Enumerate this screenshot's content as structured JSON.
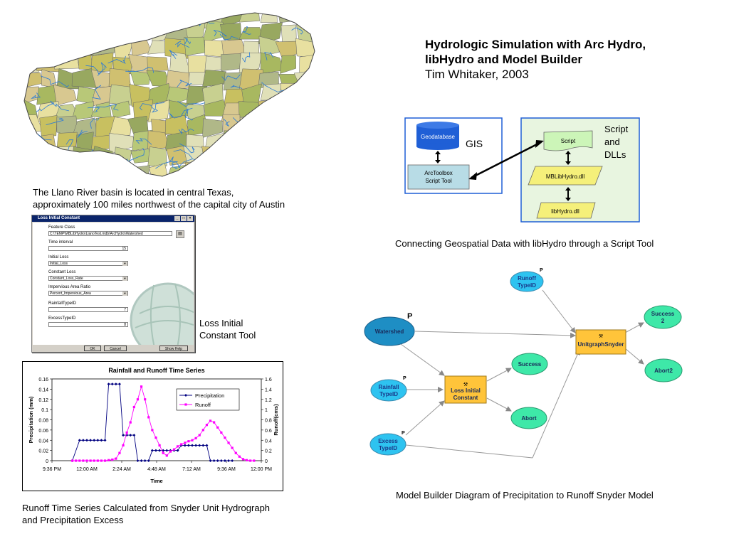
{
  "title": {
    "line1": "Hydrologic Simulation with Arc Hydro,",
    "line2": "libHydro and Model Builder",
    "author": "Tim Whitaker, 2003"
  },
  "captions": {
    "map_line1": "The Llano River basin is located in central Texas,",
    "map_line2": "approximately 100 miles northwest of the capital city of Austin",
    "dialog_line1": "Loss Initial",
    "dialog_line2": "Constant Tool",
    "chart_line1": "Runoff Time Series Calculated from Snyder Unit Hydrograph",
    "chart_line2": "and Precipitation Excess",
    "gis": "Connecting Geospatial Data with libHydro through a Script Tool",
    "model": "Model Builder Diagram of Precipitation to Runoff Snyder Model"
  },
  "dialog": {
    "title": "Loss Initial Constant",
    "feature_class_label": "Feature Class",
    "feature_class_value": "C:\\TEMP\\MBLibHydro\\LlanoTest.mdb\\ArcHydro\\Watershed",
    "time_interval_label": "Time interval",
    "time_interval_value": "15",
    "initial_loss_label": "Initial Loss",
    "initial_loss_value": "Initial_Loss",
    "constant_loss_label": "Constant Loss",
    "constant_loss_value": "Constant_Loss_Rate",
    "impervious_label": "Impervious Area Ratio",
    "impervious_value": "Percent_Impervious_Area",
    "rainfall_label": "RainfallTypeID",
    "rainfall_value": "7",
    "excess_label": "ExcessTypeID",
    "excess_value": "8",
    "ok": "OK",
    "cancel": "Cancel",
    "help": "Show Help"
  },
  "gis_diagram": {
    "geodatabase": "Geodatabase",
    "gis": "GIS",
    "toolbox_line1": "ArcToolbox",
    "toolbox_line2": "Script Tool",
    "script": "Script",
    "script_dlls_1": "Script",
    "script_dlls_2": "and",
    "script_dlls_3": "DLLs",
    "mblibhydro": "MBLibHydro.dll",
    "libhydro": "libHydro.dll",
    "colors": {
      "blue": "#1f5fd6",
      "panel": "#e8f5e0",
      "box": "#b8dce6",
      "yellow": "#f5f07a"
    }
  },
  "model_builder": {
    "runoff_1": "Runoff",
    "runoff_2": "TypeID",
    "watershed": "Watershed",
    "rainfall_1": "Rainfall",
    "rainfall_2": "TypeID",
    "excess_1": "Excess",
    "excess_2": "TypeID",
    "loss_1": "Loss Initial",
    "loss_2": "Constant",
    "success": "Success",
    "abort": "Abort",
    "unitgraph": "UnitgraphSnyder",
    "success2_1": "Success",
    "success2_2": "2",
    "abort2": "Abort2",
    "p": "P",
    "colors": {
      "input": "#2ec3f0",
      "tool": "#ffc43a",
      "output": "#3ee8a8"
    }
  },
  "chart_data": {
    "type": "line",
    "title": "Rainfall and Runoff Time Series",
    "xlabel": "Time",
    "ylabel": "Precipitation (mm)",
    "y2label": "Runoff(cms)",
    "x_ticks": [
      "9:36 PM",
      "12:00 AM",
      "2:24 AM",
      "4:48 AM",
      "7:12 AM",
      "9:36 AM",
      "12:00 PM"
    ],
    "ylim": [
      0,
      0.16
    ],
    "y_ticks": [
      "0",
      "0.02",
      "0.04",
      "0.06",
      "0.08",
      "0.1",
      "0.12",
      "0.14",
      "0.16"
    ],
    "y2lim": [
      0,
      1.6
    ],
    "y2_ticks": [
      "0",
      "0.2",
      "0.4",
      "0.6",
      "0.8",
      "1",
      "1.2",
      "1.4",
      "1.6"
    ],
    "xlim_hours": [
      -2.4,
      12
    ],
    "legend_position": "top-right",
    "series": [
      {
        "name": "Precipitation",
        "axis": "left",
        "color": "#000080",
        "x_hours": [
          -1.0,
          -0.5,
          -0.25,
          0,
          0.25,
          0.5,
          0.75,
          1.0,
          1.25,
          1.5,
          1.75,
          2.0,
          2.25,
          2.5,
          2.75,
          3.0,
          3.25,
          3.5,
          3.75,
          4.0,
          4.25,
          4.5,
          4.75,
          5.0,
          5.25,
          5.5,
          5.75,
          6.0,
          6.25,
          6.5,
          6.75,
          7.0,
          7.25,
          7.5,
          7.75,
          8.0,
          8.25,
          8.5,
          8.75,
          9.0,
          9.25,
          9.5,
          9.75,
          10.0
        ],
        "values": [
          0,
          0.04,
          0.04,
          0.04,
          0.04,
          0.04,
          0.04,
          0.04,
          0.04,
          0.15,
          0.15,
          0.15,
          0.15,
          0.05,
          0.05,
          0.05,
          0.05,
          0,
          0,
          0,
          0,
          0.02,
          0.02,
          0.02,
          0.02,
          0.02,
          0.02,
          0.02,
          0.02,
          0.03,
          0.03,
          0.03,
          0.03,
          0.03,
          0.03,
          0.03,
          0.03,
          0,
          0,
          0,
          0,
          0,
          0,
          0
        ]
      },
      {
        "name": "Runoff",
        "axis": "right",
        "color": "#ff00ff",
        "x_hours": [
          -1.0,
          -0.75,
          -0.5,
          -0.25,
          0,
          0.25,
          0.5,
          0.75,
          1.0,
          1.25,
          1.5,
          1.75,
          2.0,
          2.25,
          2.5,
          2.75,
          3.0,
          3.25,
          3.5,
          3.75,
          4.0,
          4.25,
          4.5,
          4.75,
          5.0,
          5.25,
          5.5,
          5.75,
          6.0,
          6.25,
          6.5,
          6.75,
          7.0,
          7.25,
          7.5,
          7.75,
          8.0,
          8.25,
          8.5,
          8.75,
          9.0,
          9.25,
          9.5,
          9.75,
          10.0,
          10.25,
          10.5,
          10.75,
          11.0,
          11.25,
          11.5
        ],
        "values": [
          0,
          0,
          0,
          0,
          0,
          0,
          0,
          0,
          0,
          0,
          0.01,
          0.02,
          0.04,
          0.15,
          0.3,
          0.55,
          0.75,
          1.05,
          1.2,
          1.45,
          1.2,
          0.85,
          0.6,
          0.45,
          0.3,
          0.15,
          0.1,
          0.18,
          0.22,
          0.28,
          0.32,
          0.35,
          0.38,
          0.4,
          0.44,
          0.5,
          0.6,
          0.7,
          0.78,
          0.75,
          0.65,
          0.55,
          0.45,
          0.35,
          0.25,
          0.15,
          0.08,
          0.03,
          0.01,
          0,
          0
        ]
      }
    ]
  }
}
